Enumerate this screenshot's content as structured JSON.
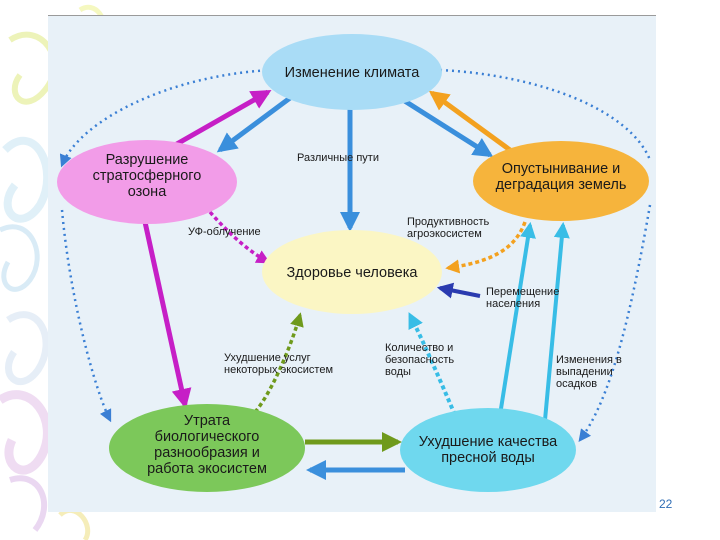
{
  "nodes": {
    "climate": {
      "lines": [
        "Изменение климата"
      ],
      "color": "#a9dcf6"
    },
    "ozone": {
      "lines": [
        "Разрушение",
        "стратосферного",
        "озона"
      ],
      "color": "#f29ce8"
    },
    "desert": {
      "lines": [
        "Опустынивание и",
        "деградация земель"
      ],
      "color": "#f6b43c"
    },
    "health": {
      "lines": [
        "Здоровье человека"
      ],
      "color": "#fbf6c4"
    },
    "biodiversity": {
      "lines": [
        "Утрата",
        "биологического",
        "разнообразия и",
        "работа экосистем"
      ],
      "color": "#7cc85a"
    },
    "water": {
      "lines": [
        "Ухудшение качества",
        "пресной воды"
      ],
      "color": "#6fd8ee"
    }
  },
  "labels": {
    "paths": [
      "Различные пути"
    ],
    "uv": [
      "УФ-облучение"
    ],
    "productivity": [
      "Продуктивность",
      "агроэкосистем"
    ],
    "migration": [
      "Перемещение",
      "населения"
    ],
    "ecoservices": [
      "Ухудшение услуг",
      "некоторых экосистем"
    ],
    "water_quality": [
      "Количество и",
      "безопасность",
      "воды"
    ],
    "rainfall": [
      "Изменения в",
      "выпадении",
      "осадков"
    ]
  },
  "arrow_colors": {
    "blue": "#3a8fdc",
    "magenta": "#c61fc6",
    "orange": "#f3a11f",
    "navy": "#2a3bb0",
    "olive": "#6f9a1c",
    "cyan": "#38bde6",
    "dotted": "#3a7fd4"
  },
  "page_number": "22"
}
